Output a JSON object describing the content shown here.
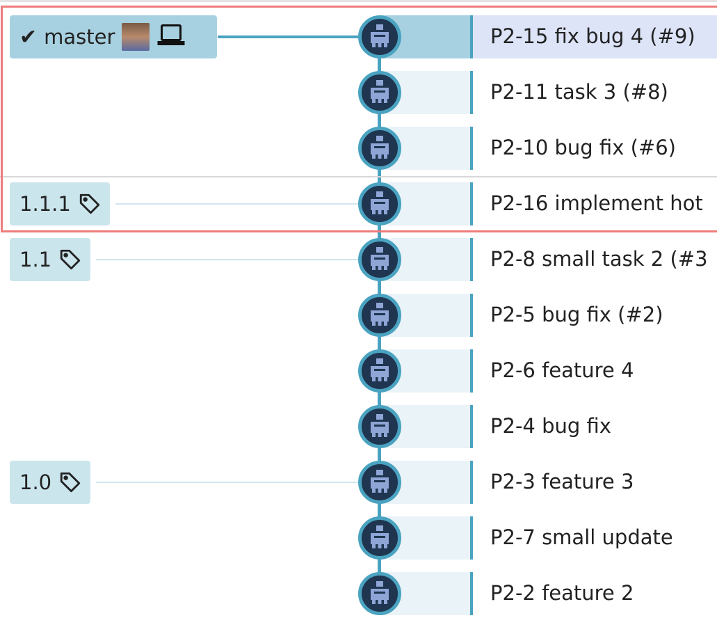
{
  "branch": {
    "name": "master",
    "checked_icon": "checkmark-icon",
    "avatar": "user-avatar",
    "local_icon": "laptop-icon"
  },
  "colors": {
    "graph_lane": "#4aa3c0",
    "node_fill": "#1f3550",
    "selected_row": "#dde4f8",
    "highlight_frame": "#ef7b7b"
  },
  "commits": [
    {
      "message": "P2-15 fix bug 4 (#9)",
      "ref": {
        "type": "branch",
        "label": "master"
      },
      "selected": true
    },
    {
      "message": "P2-11 task 3 (#8)"
    },
    {
      "message": "P2-10 bug fix (#6)"
    },
    {
      "message": "P2-16 implement hot",
      "ref": {
        "type": "tag",
        "label": "1.1.1"
      }
    },
    {
      "message": "P2-8 small task 2 (#3",
      "ref": {
        "type": "tag",
        "label": "1.1"
      }
    },
    {
      "message": "P2-5 bug fix (#2)"
    },
    {
      "message": "P2-6 feature 4"
    },
    {
      "message": "P2-4 bug fix"
    },
    {
      "message": "P2-3 feature 3",
      "ref": {
        "type": "tag",
        "label": "1.0"
      }
    },
    {
      "message": "P2-7 small update"
    },
    {
      "message": "P2-2 feature 2"
    }
  ]
}
